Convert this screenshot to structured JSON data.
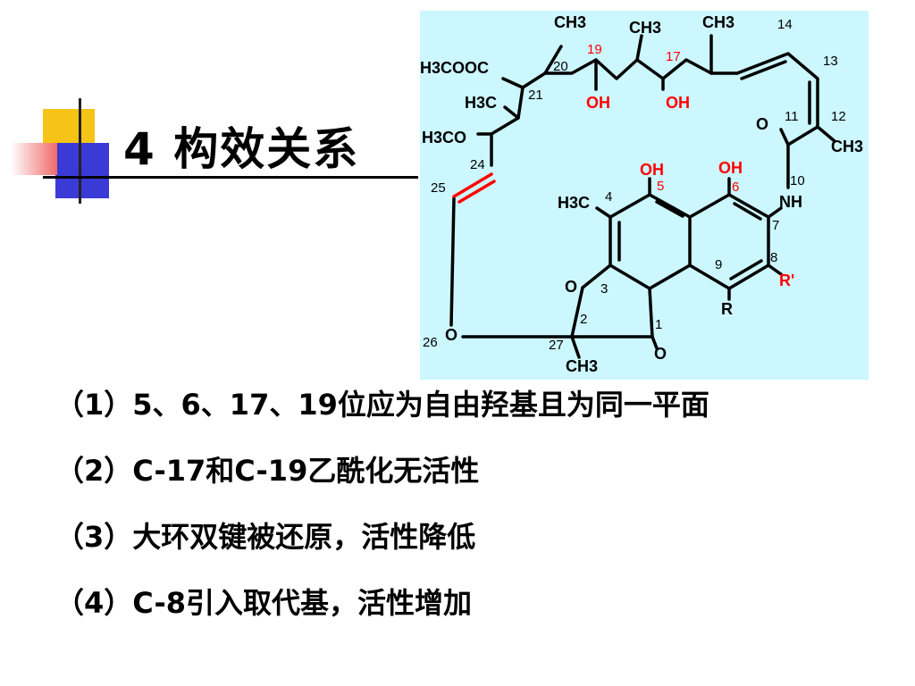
{
  "slide": {
    "title": "4 构效关系",
    "points": [
      "（1）5、6、17、19位应为自由羟基且为同一平面",
      "（2）C-17和C-19乙酰化无活性",
      "（3）大环双键被还原，活性降低",
      "（4）C-8引入取代基，活性增加"
    ]
  },
  "structure": {
    "panel_color": "#ccf7ff",
    "highlight_color": "#ff0000",
    "groups": {
      "ch3_a": "CH3",
      "ch3_b": "CH3",
      "ch3_c": "CH3",
      "h3cooc": "H3COOC",
      "h3c_21": "H3C",
      "h3co": "H3CO",
      "oh_19": "OH",
      "oh_17": "OH",
      "oh_5": "OH",
      "oh_6": "OH",
      "o_amide": "O",
      "ch3_12": "CH3",
      "nh": "NH",
      "h3c_4": "H3C",
      "o_ring": "O",
      "o_26": "O",
      "o_1": "O",
      "ch3_27": "CH3",
      "r": "R",
      "r_prime": "R'"
    },
    "numbers": {
      "n14": "14",
      "n13": "13",
      "n12": "12",
      "n11": "11",
      "n10": "10",
      "n20": "20",
      "n21": "21",
      "n24": "24",
      "n25": "25",
      "n26": "26",
      "n27": "27",
      "n2": "2",
      "n3": "3",
      "n4": "4",
      "n1": "1",
      "n7": "7",
      "n8": "8",
      "n9": "9",
      "n19": "19",
      "n17": "17",
      "n5": "5",
      "n6": "6"
    }
  }
}
